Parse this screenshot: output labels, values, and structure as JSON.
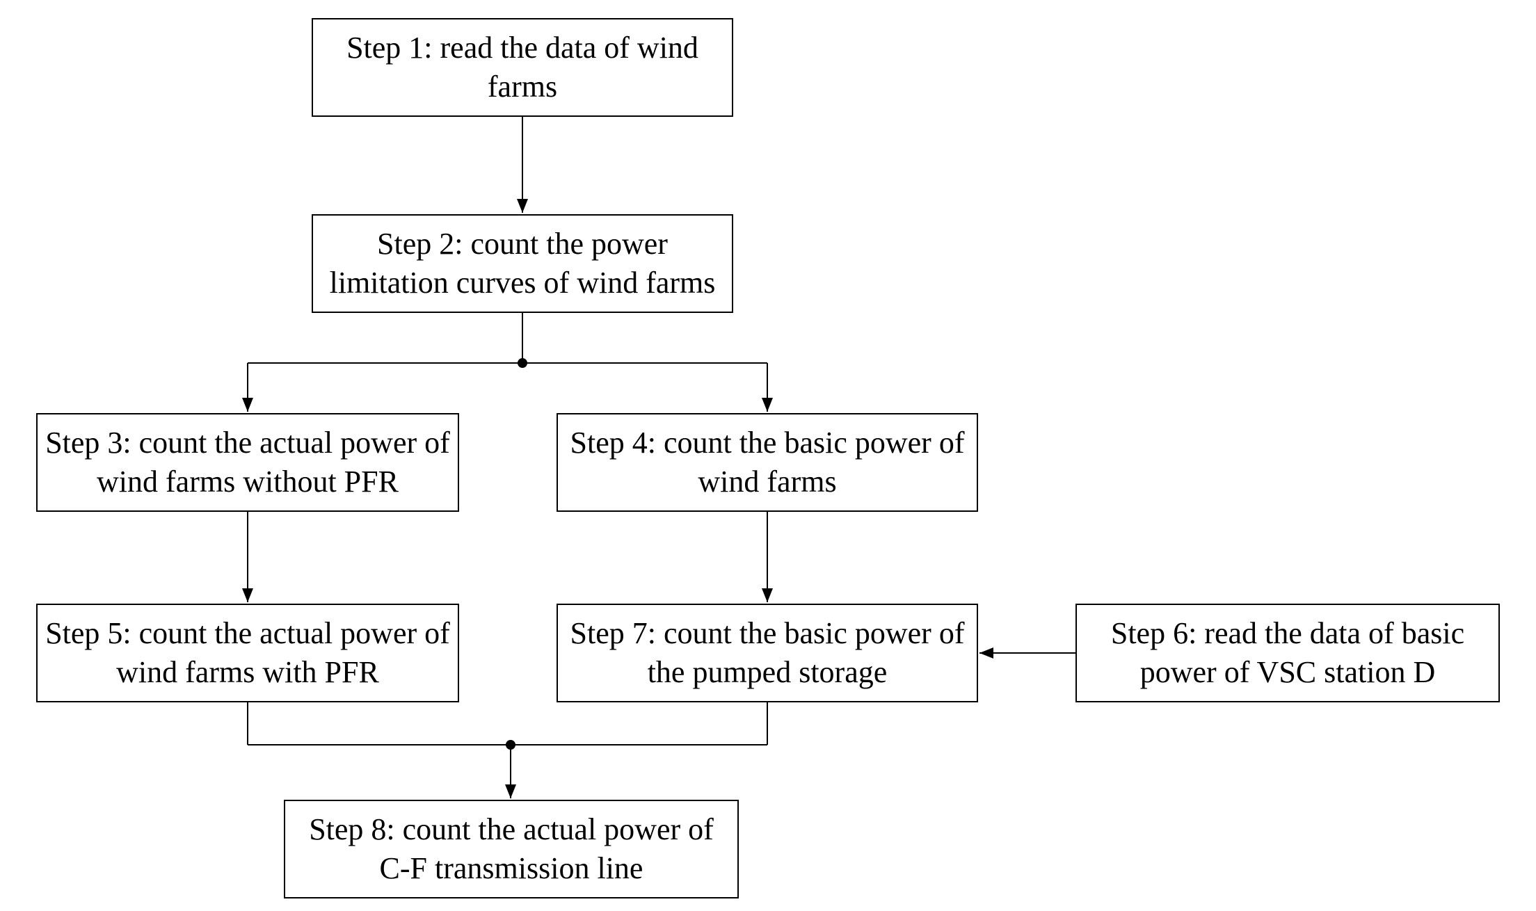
{
  "steps": {
    "step1": "Step 1: read the data of wind farms",
    "step2": "Step 2: count the power limitation curves of wind farms",
    "step3": "Step 3: count the actual power of wind farms without PFR",
    "step4": "Step 4: count the basic power of wind farms",
    "step5": "Step 5: count the actual power of wind farms with PFR",
    "step6": "Step 6: read the data of basic power of VSC station D",
    "step7": "Step 7: count the basic power of the pumped storage",
    "step8": "Step 8: count the actual power of C-F transmission line"
  },
  "colors": {
    "line": "#000000",
    "box_border": "#000000",
    "background": "#ffffff"
  }
}
